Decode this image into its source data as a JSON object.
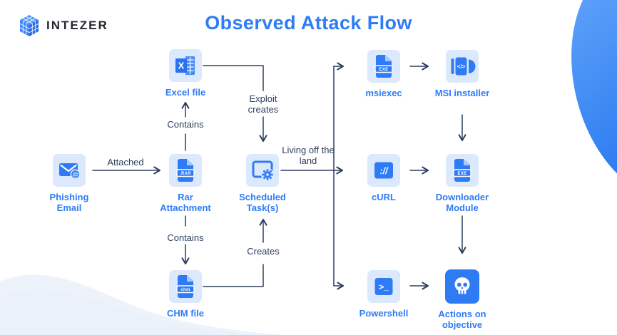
{
  "header": {
    "logo_text": "INTEZER",
    "title": "Observed Attack Flow"
  },
  "nodes": {
    "phishing_email": {
      "label": "Phishing Email",
      "icon": "email-at-icon"
    },
    "excel_file": {
      "label": "Excel file",
      "icon": "excel-icon",
      "icon_text": "X"
    },
    "rar_attachment": {
      "label": "Rar Attachment",
      "icon": "rar-file-icon",
      "badge": ".RAR"
    },
    "chm_file": {
      "label": "CHM file",
      "icon": "chm-file-icon",
      "badge": "chm"
    },
    "scheduled_tasks": {
      "label": "Scheduled Task(s)",
      "icon": "scheduled-task-icon"
    },
    "msiexec": {
      "label": "msiexec",
      "icon": "exe-file-icon",
      "badge": "EXE"
    },
    "msi_installer": {
      "label": "MSI installer",
      "icon": "installer-package-icon",
      "icon_text": "</>"
    },
    "curl": {
      "label": "cURL",
      "icon": "url-protocol-icon",
      "icon_text": "://"
    },
    "downloader_module": {
      "label": "Downloader Module",
      "icon": "exe-file-icon",
      "badge": "EXE"
    },
    "powershell": {
      "label": "Powershell",
      "icon": "terminal-icon",
      "icon_text": ">_"
    },
    "actions_objective": {
      "label": "Actions on objective",
      "icon": "skull-icon"
    }
  },
  "edges": [
    {
      "from": "Phishing Email",
      "to": "Rar Attachment",
      "label": "Attached"
    },
    {
      "from": "Rar Attachment",
      "to": "Excel file",
      "label": "Contains"
    },
    {
      "from": "Rar Attachment",
      "to": "CHM file",
      "label": "Contains"
    },
    {
      "from": "Excel file",
      "to": "Scheduled Task(s)",
      "label": "Exploit creates"
    },
    {
      "from": "CHM file",
      "to": "Scheduled Task(s)",
      "label": "Creates"
    },
    {
      "from": "Scheduled Task(s)",
      "to": "msiexec, cURL, Powershell",
      "label": "Living off the land"
    },
    {
      "from": "msiexec",
      "to": "MSI installer",
      "label": ""
    },
    {
      "from": "cURL",
      "to": "Downloader Module",
      "label": ""
    },
    {
      "from": "Powershell",
      "to": "Actions on objective",
      "label": ""
    },
    {
      "from": "MSI installer",
      "to": "Downloader Module",
      "label": ""
    },
    {
      "from": "Downloader Module",
      "to": "Actions on objective",
      "label": ""
    }
  ],
  "colors": {
    "accent_blue": "#2e7cf6",
    "icon_blue": "#2f7bf5",
    "tile_bg": "#dce9fc",
    "edge_dark": "#2d3e5f",
    "blob_gradient_top": "#5fa2f9",
    "blob_gradient_bottom": "#1c70ee",
    "wave_light": "#eef3fb"
  }
}
